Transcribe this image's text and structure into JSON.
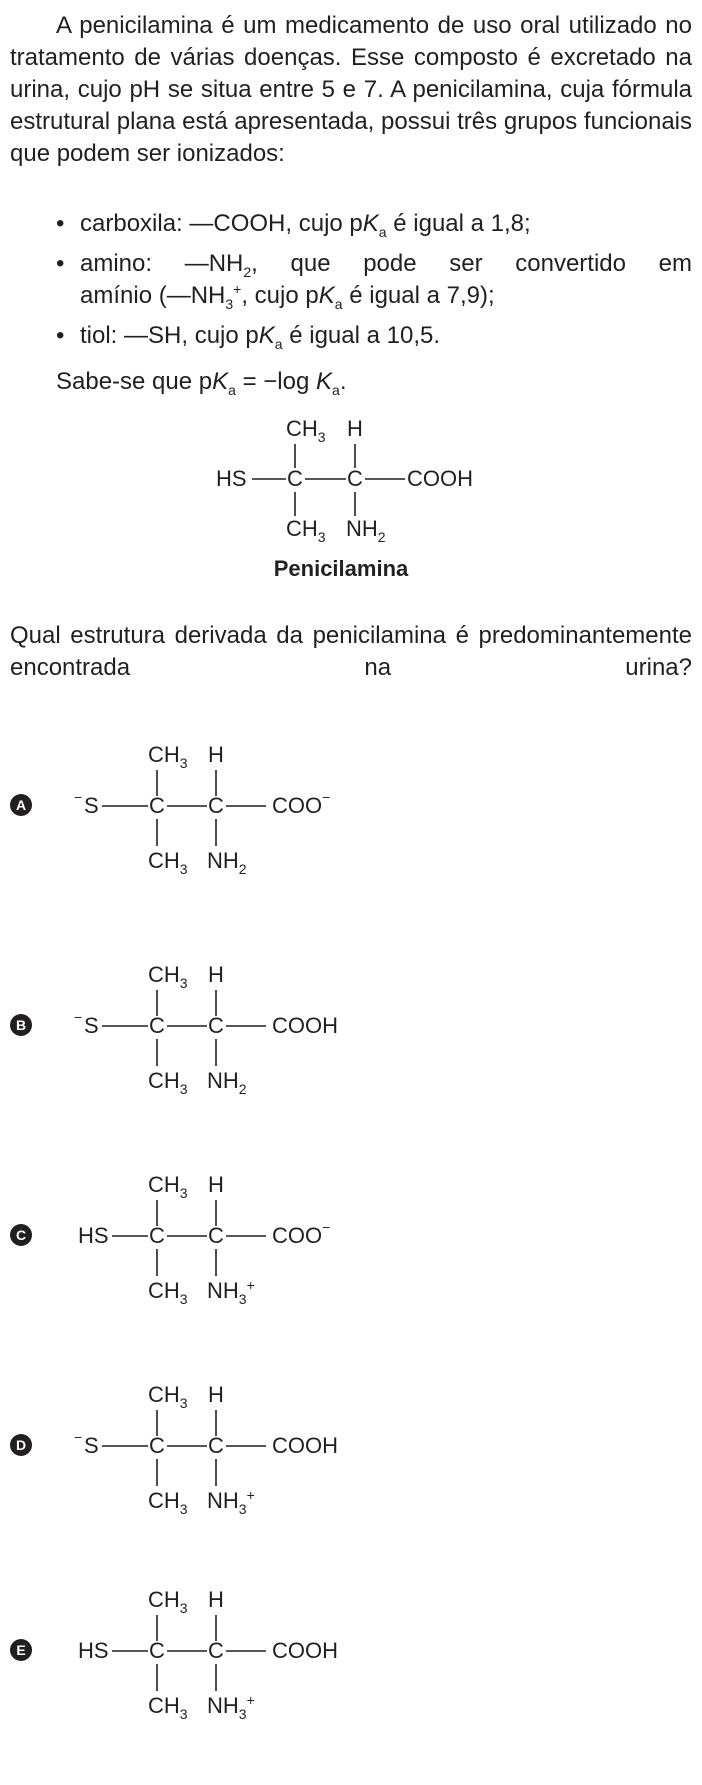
{
  "intro": {
    "text_1": "A penicilamina é um medicamento de uso oral utilizado no tratamento de várias doenças. Esse composto é excretado na urina, cujo pH se situa entre 5 e 7. A penicilamina, cuja fórmula estrutural plana está apresentada, possui três grupos funcionais que podem ser ionizados:"
  },
  "groups": [
    {
      "line_a": "carboxila: —COOH, cujo p",
      "K": "K",
      "a": "a",
      "line_b": " é igual a 1,8;"
    },
    {
      "line_a": "amino: —NH",
      "sub": "2",
      "line_b": ", que pode ser convertido em",
      "line_c": "amínio (—NH",
      "sub2": "3",
      "sup2": "+",
      "line_d": ", cujo p",
      "K": "K",
      "a": "a",
      "line_e": " é igual a 7,9);"
    },
    {
      "line_a": "tiol: —SH, cujo p",
      "K": "K",
      "a": "a",
      "line_b": " é igual a 10,5."
    }
  ],
  "pka_definition": {
    "a": "Sabe-se que p",
    "K": "K",
    "sub": "a",
    "b": " = −log ",
    "K2": "K",
    "sub2": "a",
    "c": "."
  },
  "structure": {
    "caption": "Penicilamina",
    "left": "HS",
    "c1": "C",
    "c2": "C",
    "right": "COOH",
    "top1": "CH",
    "top1_sub": "3",
    "top2": "H",
    "bot1": "CH",
    "bot1_sub": "3",
    "bot2": "NH",
    "bot2_sub": "2"
  },
  "question": "Qual estrutura derivada da penicilamina é predominantemente encontrada na urina?",
  "options": [
    {
      "letter": "A",
      "left": "S",
      "left_sup": "−",
      "right": "COO",
      "right_sup": "−",
      "amine": "NH",
      "amine_sub": "2",
      "amine_sup": ""
    },
    {
      "letter": "B",
      "left": "S",
      "left_sup": "−",
      "right": "COOH",
      "right_sup": "",
      "amine": "NH",
      "amine_sub": "2",
      "amine_sup": ""
    },
    {
      "letter": "C",
      "left": "HS",
      "left_sup": "",
      "right": "COO",
      "right_sup": "−",
      "amine": "NH",
      "amine_sub": "3",
      "amine_sup": "+"
    },
    {
      "letter": "D",
      "left": "S",
      "left_sup": "−",
      "right": "COOH",
      "right_sup": "",
      "amine": "NH",
      "amine_sub": "3",
      "amine_sup": "+"
    },
    {
      "letter": "E",
      "left": "HS",
      "left_sup": "",
      "right": "COOH",
      "right_sup": "",
      "amine": "NH",
      "amine_sub": "3",
      "amine_sup": "+"
    }
  ],
  "option_common": {
    "c": "C",
    "methyl": "CH",
    "methyl_sub": "3",
    "h": "H"
  }
}
